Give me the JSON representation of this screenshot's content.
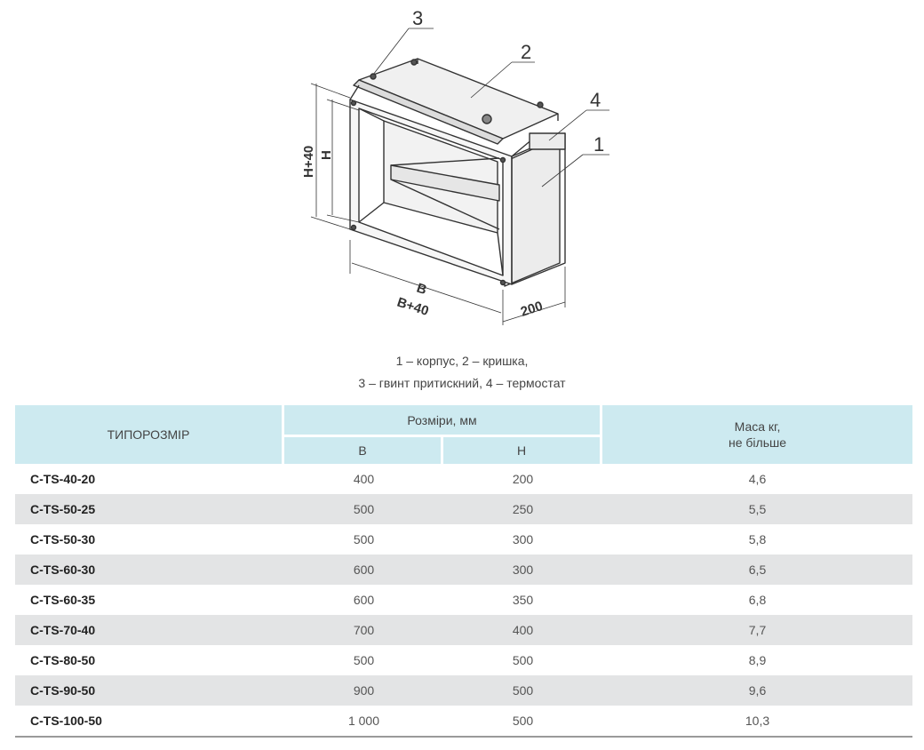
{
  "drawing": {
    "callouts": [
      "1",
      "2",
      "3",
      "4"
    ],
    "dimensions": {
      "height_outer": "H+40",
      "height_inner": "H",
      "width_inner": "B",
      "width_outer": "B+40",
      "depth": "200"
    }
  },
  "caption": {
    "line1": "1 – корпус, 2 – кришка,",
    "line2": "3 – гвинт притискний, 4 – термостат"
  },
  "table": {
    "header": {
      "type": "ТИПОРОЗМІР",
      "dims": "Розміри, мм",
      "b": "B",
      "h": "H",
      "mass_line1": "Маса кг,",
      "mass_line2": "не більше"
    },
    "rows": [
      {
        "model": "C-TS-40-20",
        "b": "400",
        "h": "200",
        "mass": "4,6"
      },
      {
        "model": "C-TS-50-25",
        "b": "500",
        "h": "250",
        "mass": "5,5"
      },
      {
        "model": "C-TS-50-30",
        "b": "500",
        "h": "300",
        "mass": "5,8"
      },
      {
        "model": "C-TS-60-30",
        "b": "600",
        "h": "300",
        "mass": "6,5"
      },
      {
        "model": "C-TS-60-35",
        "b": "600",
        "h": "350",
        "mass": "6,8"
      },
      {
        "model": "C-TS-70-40",
        "b": "700",
        "h": "400",
        "mass": "7,7"
      },
      {
        "model": "C-TS-80-50",
        "b": "500",
        "h": "500",
        "mass": "8,9"
      },
      {
        "model": "C-TS-90-50",
        "b": "900",
        "h": "500",
        "mass": "9,6"
      },
      {
        "model": "C-TS-100-50",
        "b": "1 000",
        "h": "500",
        "mass": "10,3"
      }
    ]
  }
}
